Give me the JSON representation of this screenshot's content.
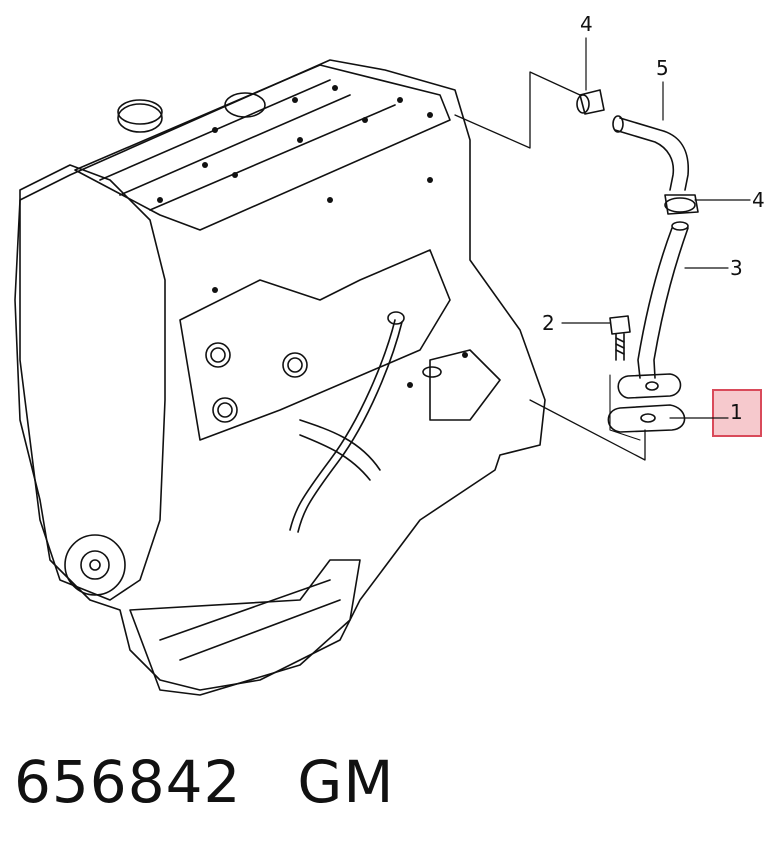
{
  "callouts": [
    {
      "id": "4a",
      "label": "4"
    },
    {
      "id": "5",
      "label": "5"
    },
    {
      "id": "4b",
      "label": "4"
    },
    {
      "id": "3",
      "label": "3"
    },
    {
      "id": "2",
      "label": "2"
    },
    {
      "id": "1",
      "label": "1"
    }
  ],
  "highlight_color": "#f6c9cd",
  "highlight_border": "#d94a5a",
  "footer": {
    "part_number": "656842",
    "brand": "GM"
  }
}
